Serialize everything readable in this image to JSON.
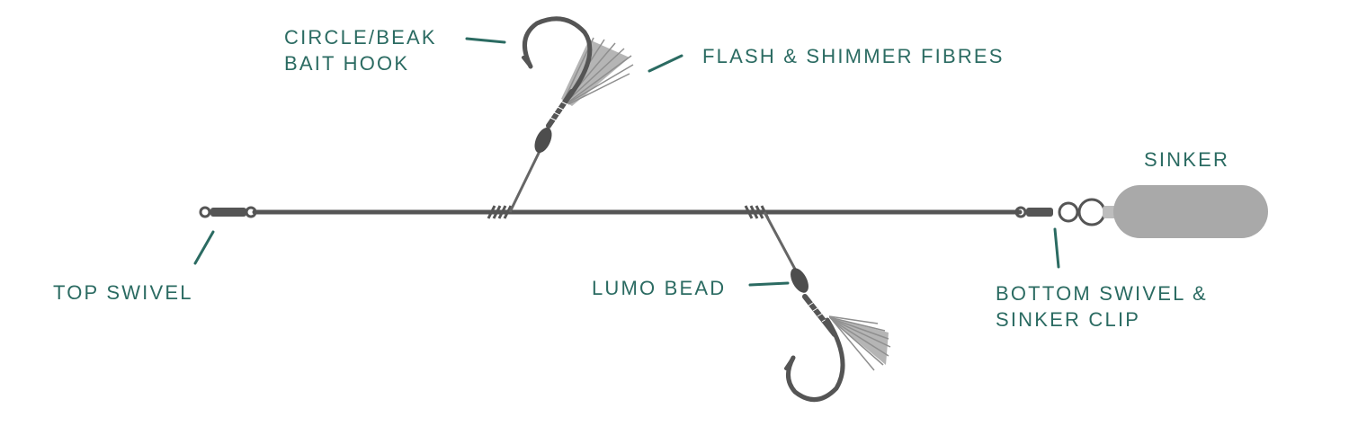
{
  "labels": {
    "hook_line1": "CIRCLE/BEAK",
    "hook_line2": "BAIT HOOK",
    "flash": "FLASH & SHIMMER FIBRES",
    "sinker": "SINKER",
    "top_swivel": "TOP SWIVEL",
    "lumo_bead": "LUMO BEAD",
    "bottom_line1": "BOTTOM SWIVEL &",
    "bottom_line2": "SINKER CLIP"
  },
  "colors": {
    "label_text": "#2b6b62",
    "leader_line": "#2b6b62",
    "line": "#555555",
    "hook": "#555555",
    "fibres": "#9a9a9a",
    "sinker": "#a9a9a9"
  }
}
